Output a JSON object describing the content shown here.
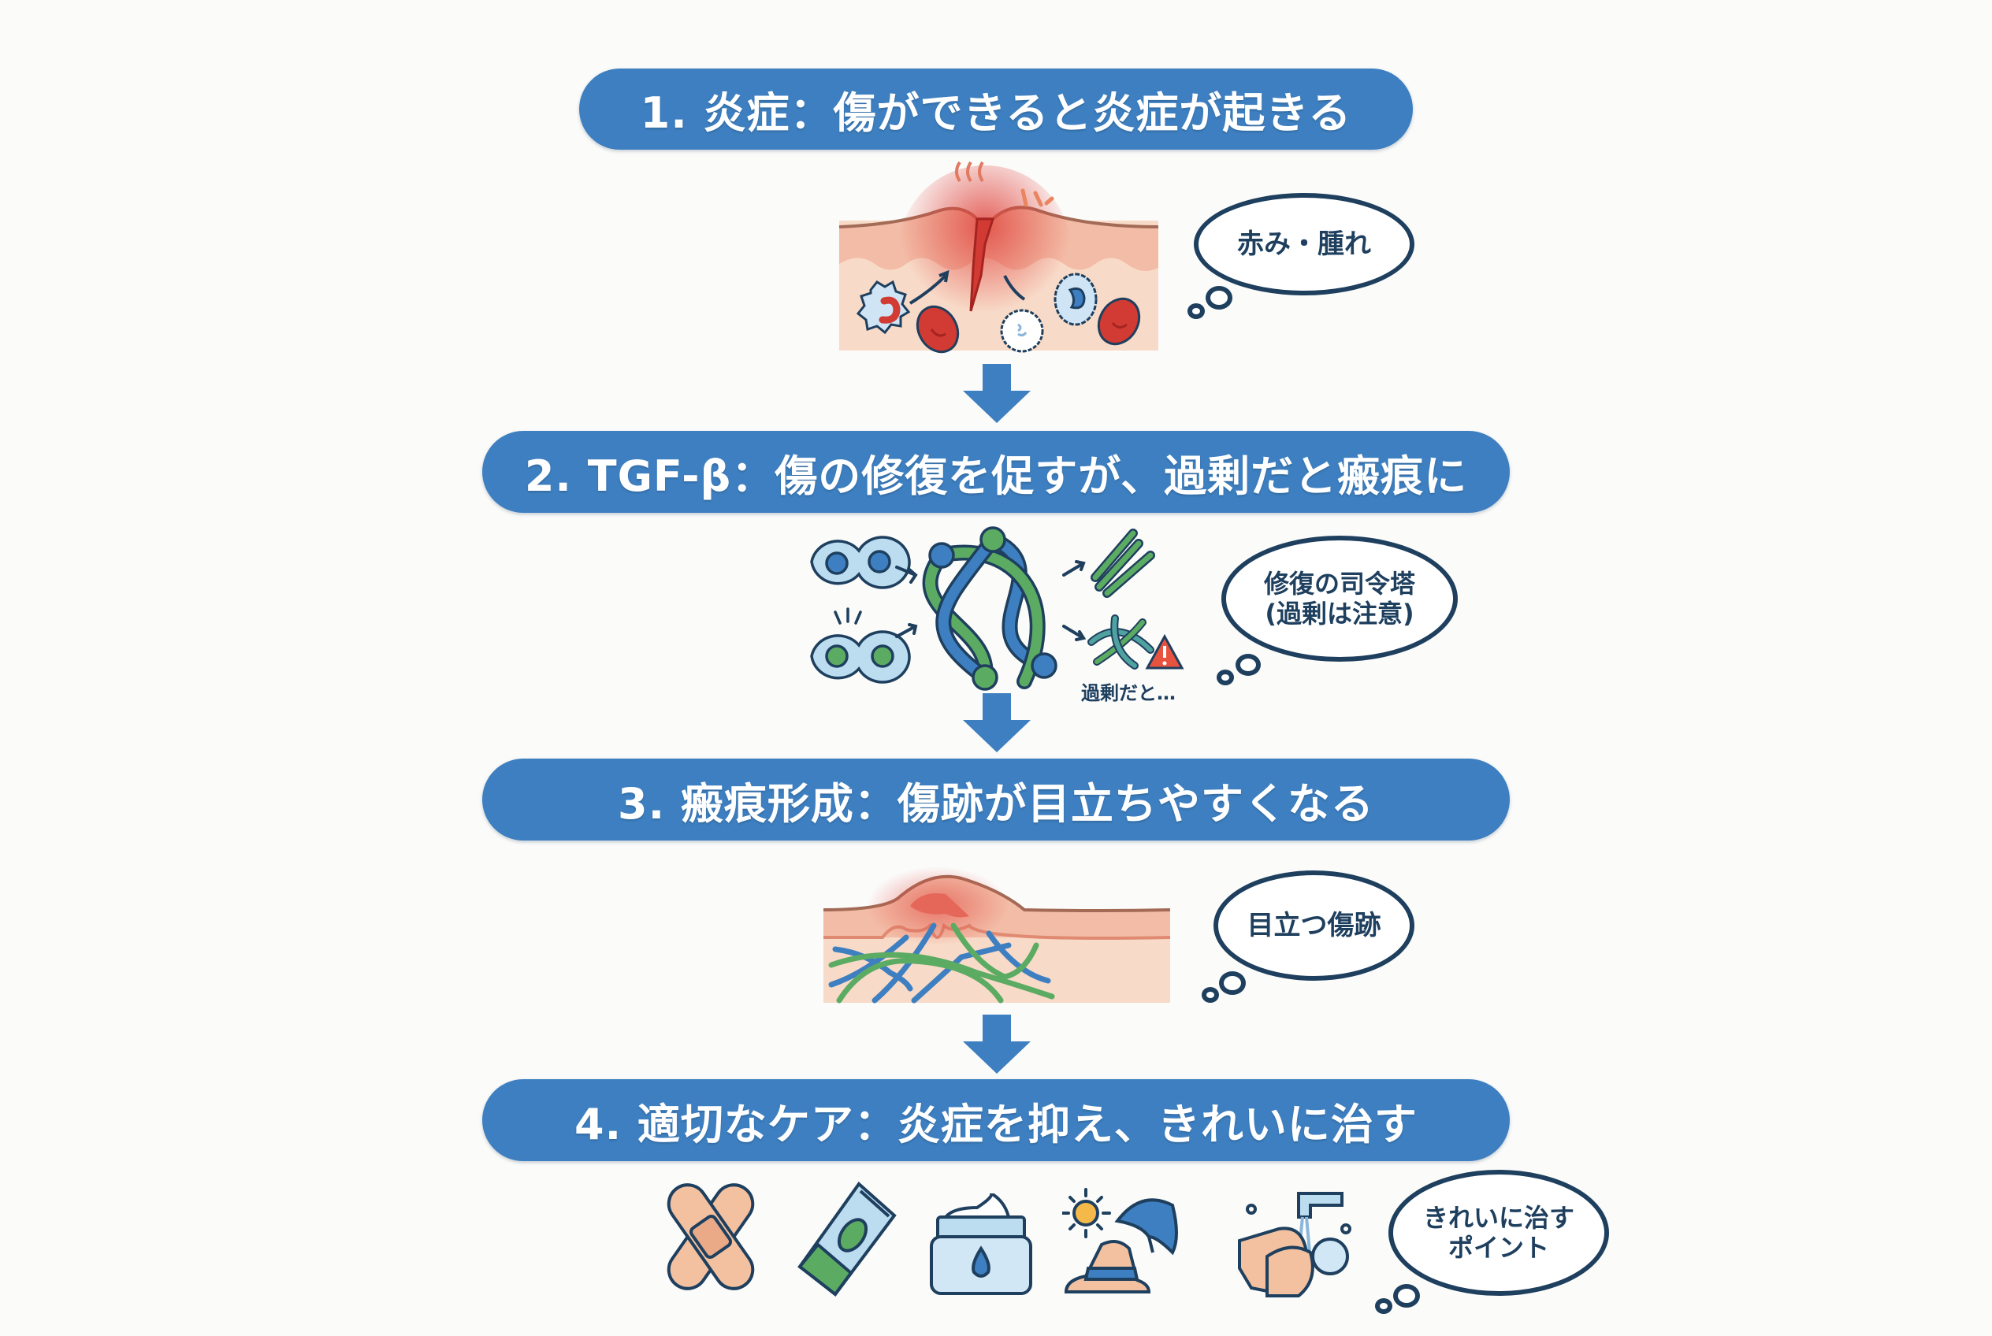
{
  "steps": [
    {
      "number": "1",
      "title": "1. 炎症：傷ができると炎症が起きる",
      "illustration": "inflamed-skin-wound",
      "bubble": {
        "lines": [
          "赤み・腫れ"
        ]
      }
    },
    {
      "number": "2",
      "title": "2. TGF-β：傷の修復を促すが、過剰だと瘢痕に",
      "illustration": "tgf-beta-signaling",
      "caption": "過剰だと…",
      "bubble": {
        "lines": [
          "修復の司令塔",
          "(過剰は注意)"
        ]
      }
    },
    {
      "number": "3",
      "title": "3. 瘢痕形成：傷跡が目立ちやすくなる",
      "illustration": "raised-scar-tissue",
      "bubble": {
        "lines": [
          "目立つ傷跡"
        ]
      }
    },
    {
      "number": "4",
      "title": "4. 適切なケア：炎症を抑え、きれいに治す",
      "care_icons": [
        "bandage-icon",
        "ointment-tube-icon",
        "moisturizer-jar-icon",
        "sun-protection-icon",
        "hand-washing-icon"
      ],
      "bubble": {
        "lines": [
          "きれいに治す",
          "ポイント"
        ]
      }
    }
  ],
  "colors": {
    "banner": "#3d7fc0",
    "outline": "#1e3f5e",
    "skin": "#f6d2bd",
    "inflammation": "#e0463f",
    "green": "#5cab63",
    "light_blue": "#bcdcf0"
  }
}
